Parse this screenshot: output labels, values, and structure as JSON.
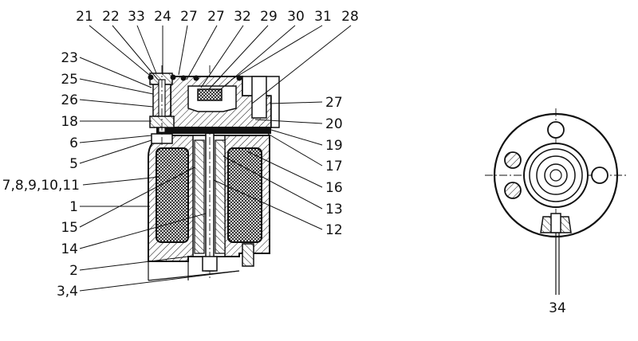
{
  "figure": {
    "callouts_top": [
      "21",
      "22",
      "33",
      "24",
      "27",
      "27",
      "32",
      "29",
      "30",
      "31",
      "28"
    ],
    "callouts_left": [
      "23",
      "25",
      "26",
      "18",
      "6",
      "5",
      "7,8,9,10,11",
      "1",
      "15",
      "14",
      "2",
      "3,4"
    ],
    "callouts_right": [
      "27",
      "20",
      "19",
      "17",
      "16",
      "13",
      "12"
    ],
    "callout_end_view": "34"
  },
  "colors": {
    "ink": "#111111",
    "background": "#ffffff"
  }
}
